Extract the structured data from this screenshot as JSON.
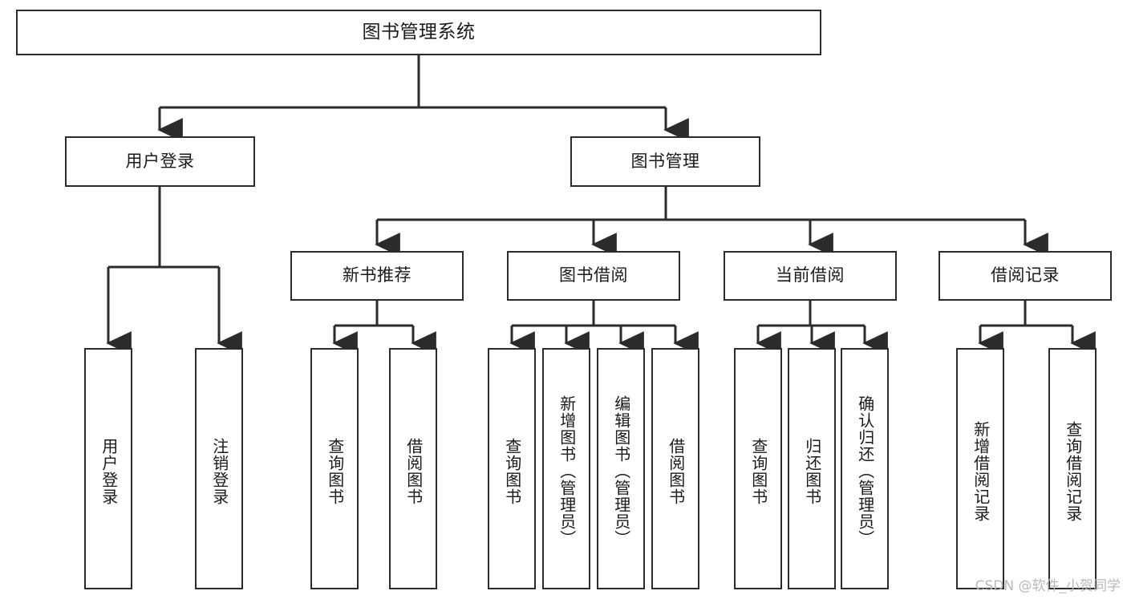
{
  "diagram": {
    "type": "tree",
    "title": "图书管理系统",
    "watermark": "CSDN @软件_小贺同学",
    "colors": {
      "background": "#ffffff",
      "stroke": "#2b2b2b",
      "text": "#1a1a1a",
      "watermark": "#b9b9b9"
    },
    "nodes": {
      "root": {
        "label": "图书管理系统"
      },
      "level2": [
        {
          "id": "user-login",
          "label": "用户登录"
        },
        {
          "id": "book-manage",
          "label": "图书管理"
        }
      ],
      "level3": [
        {
          "id": "new-book-recommend",
          "label": "新书推荐"
        },
        {
          "id": "book-borrow",
          "label": "图书借阅"
        },
        {
          "id": "current-borrow",
          "label": "当前借阅"
        },
        {
          "id": "borrow-record",
          "label": "借阅记录"
        }
      ],
      "leaves": {
        "user_login": [
          {
            "id": "leaf-user-login",
            "label": "用户登录"
          },
          {
            "id": "leaf-logout",
            "label": "注销登录"
          }
        ],
        "new_book_recommend": [
          {
            "id": "leaf-query-book-1",
            "label": "查询图书"
          },
          {
            "id": "leaf-borrow-book-1",
            "label": "借阅图书"
          }
        ],
        "book_borrow": [
          {
            "id": "leaf-query-book-2",
            "label": "查询图书"
          },
          {
            "id": "leaf-add-book",
            "label": "新增图书（管理员）"
          },
          {
            "id": "leaf-edit-book",
            "label": "编辑图书（管理员）"
          },
          {
            "id": "leaf-borrow-book-2",
            "label": "借阅图书"
          }
        ],
        "current_borrow": [
          {
            "id": "leaf-query-book-3",
            "label": "查询图书"
          },
          {
            "id": "leaf-return-book",
            "label": "归还图书"
          },
          {
            "id": "leaf-confirm-return",
            "label": "确认归还（管理员）"
          }
        ],
        "borrow_record": [
          {
            "id": "leaf-add-record",
            "label": "新增借阅记录"
          },
          {
            "id": "leaf-query-record",
            "label": "查询借阅记录"
          }
        ]
      }
    }
  }
}
